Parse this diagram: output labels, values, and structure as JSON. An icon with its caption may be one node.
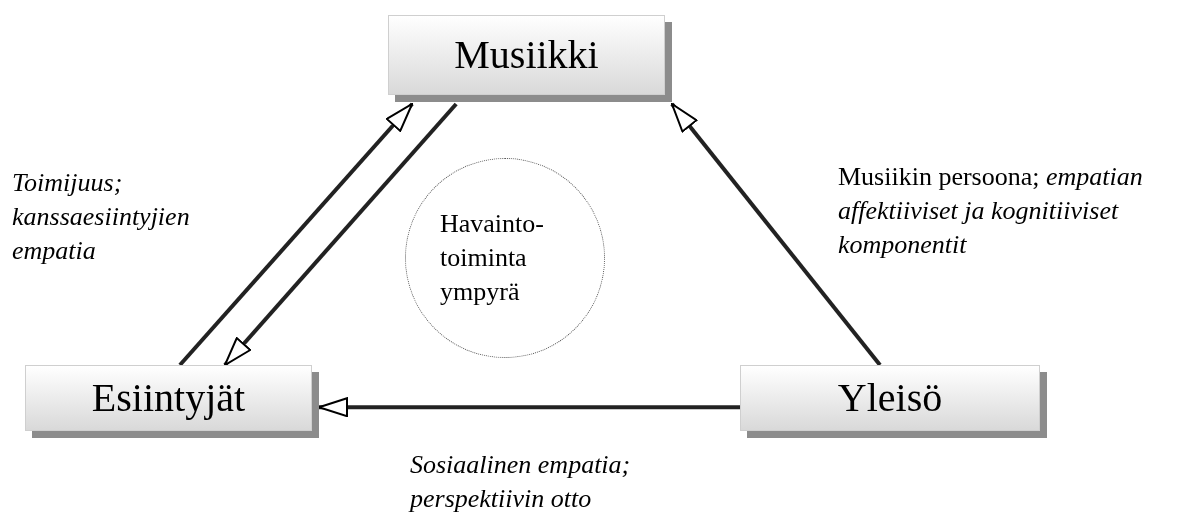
{
  "diagram": {
    "nodes": [
      {
        "text": [
          "Musiikki"
        ]
      },
      {
        "text": [
          "Havainto-toiminta ympyrä"
        ]
      },
      {
        "text": [
          "Esiintyjät"
        ]
      },
      {
        "text": [
          "Yleisö"
        ]
      }
    ],
    "edges": [
      {
        "from": 2,
        "to": 0,
        "arrow": "to"
      },
      {
        "from": 0,
        "to": 2,
        "arrow": "to"
      },
      {
        "from": 3,
        "to": 0,
        "arrow": "to"
      },
      {
        "from": 3,
        "to": 2,
        "arrow": "to"
      }
    ],
    "labels": [
      "Toimijuus; kanssaesiintyjien empatia",
      "Musiikin persoona; *empatian affektiiviset ja kognitiiviset komponentit*",
      "Sosiaalinen empatia; perspektiivin otto"
    ]
  }
}
